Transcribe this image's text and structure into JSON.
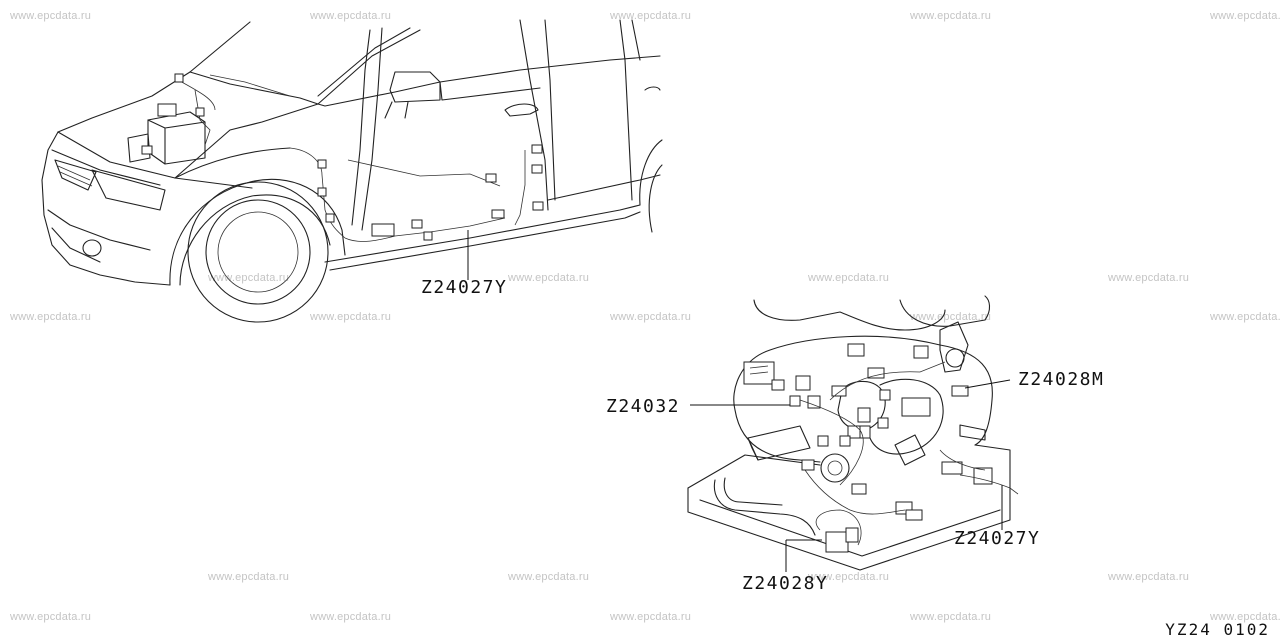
{
  "watermark_text": "www.epcdata.ru",
  "callouts": {
    "z24027y_car": "Z24027Y",
    "z24028m": "Z24028M",
    "z24032": "Z24032",
    "z24027y_console": "Z24027Y",
    "z24028y": "Z24028Y"
  },
  "diagram_id": "YZ24 0102"
}
